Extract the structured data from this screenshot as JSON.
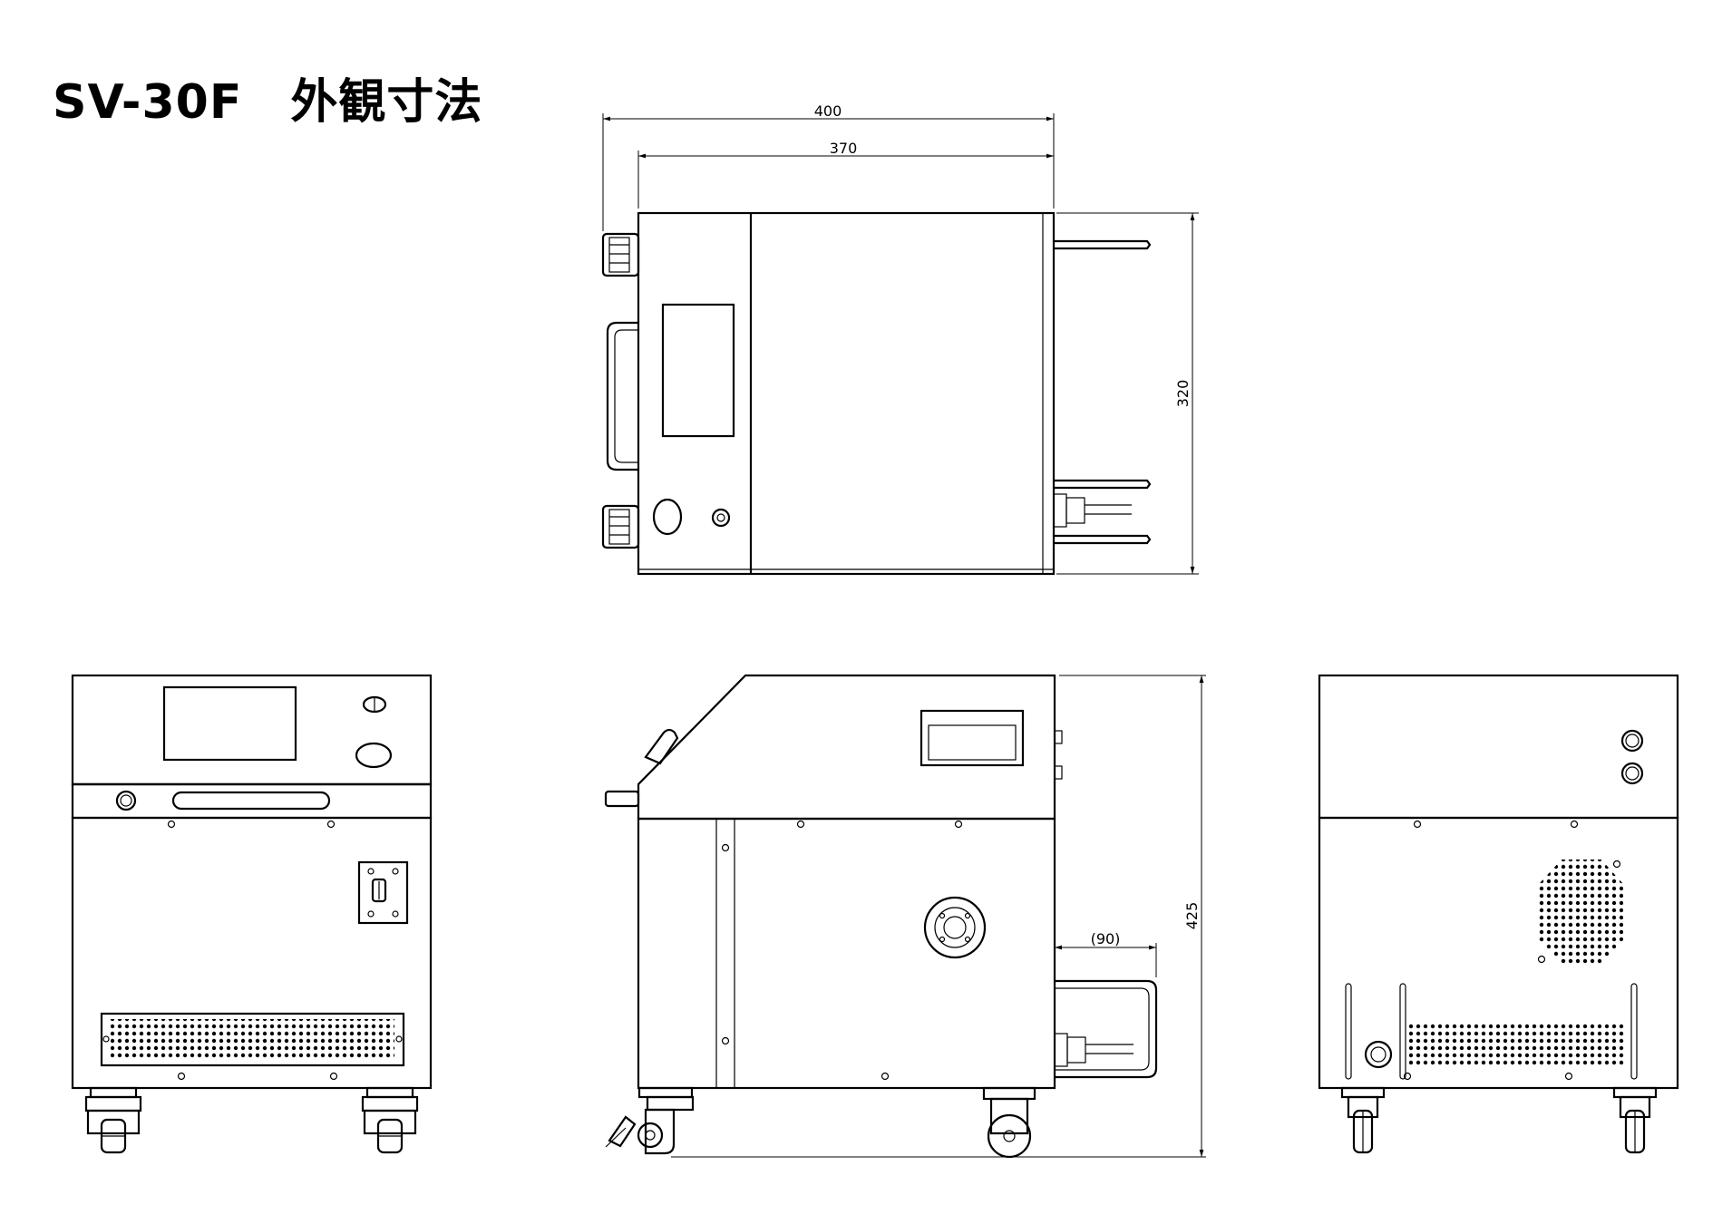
{
  "title": "SV-30F　外観寸法",
  "dimensions": {
    "overall_width": "400",
    "body_width": "370",
    "depth": "320",
    "height": "425",
    "handle_projection": "(90)"
  },
  "views": [
    "top-view",
    "front-view",
    "side-view",
    "rear-view"
  ],
  "colors": {
    "line": "#000000",
    "background": "#ffffff"
  }
}
